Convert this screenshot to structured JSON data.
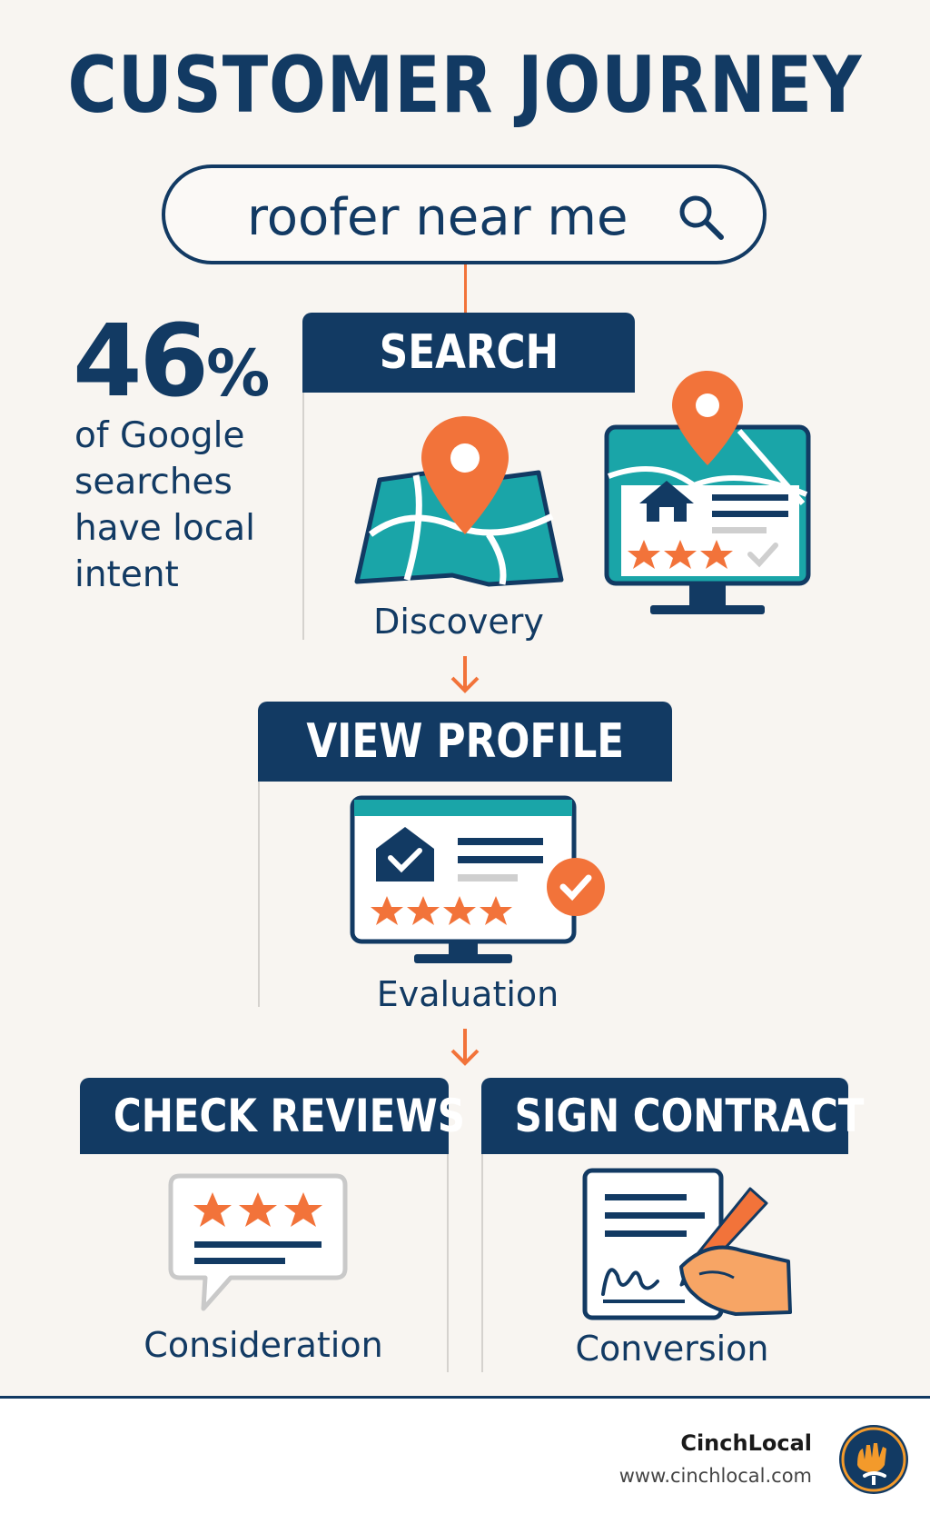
{
  "title": "CUSTOMER JOURNEY",
  "search_query": "roofer near me",
  "stat": {
    "value": "46",
    "unit": "%",
    "description": "of Google searches have local intent"
  },
  "stages": [
    {
      "header": "SEARCH",
      "label": "Discovery"
    },
    {
      "header": "VIEW PROFILE",
      "label": "Evaluation"
    },
    {
      "header": "CHECK REVIEWS",
      "label": "Consideration"
    },
    {
      "header": "SIGN CONTRACT",
      "label": "Conversion"
    }
  ],
  "footer": {
    "brand": "CinchLocal",
    "url": "www.cinchlocal.com"
  },
  "colors": {
    "navy": "#123a63",
    "orange": "#f2733a",
    "teal": "#1aa5a8",
    "background": "#f8f5f1"
  }
}
